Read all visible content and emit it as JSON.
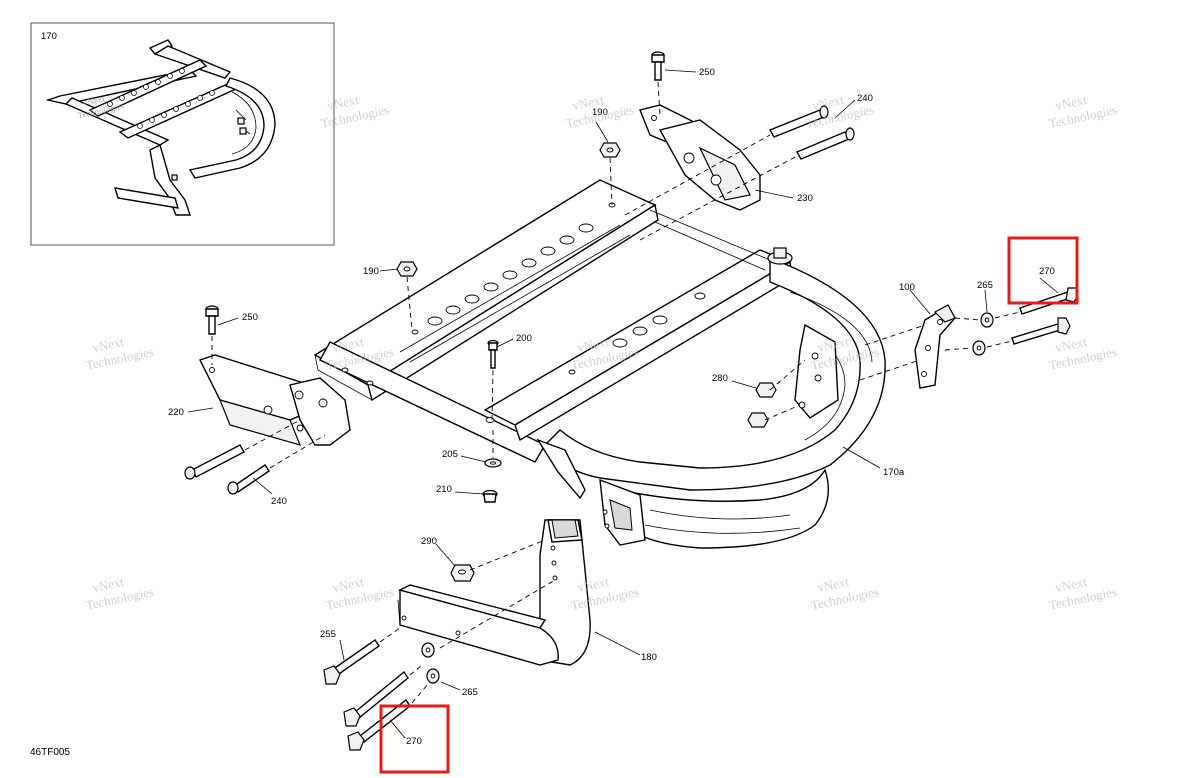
{
  "diagram_code": "46TF005",
  "inset": {
    "label": "170"
  },
  "callouts": [
    {
      "id": "c250a",
      "text": "250"
    },
    {
      "id": "c240a",
      "text": "240"
    },
    {
      "id": "c190a",
      "text": "190"
    },
    {
      "id": "c230",
      "text": "230"
    },
    {
      "id": "c190b",
      "text": "190"
    },
    {
      "id": "c250b",
      "text": "250"
    },
    {
      "id": "c220",
      "text": "220"
    },
    {
      "id": "c200",
      "text": "200"
    },
    {
      "id": "c240b",
      "text": "240"
    },
    {
      "id": "c205",
      "text": "205"
    },
    {
      "id": "c210",
      "text": "210"
    },
    {
      "id": "c100",
      "text": "100"
    },
    {
      "id": "c265a",
      "text": "265"
    },
    {
      "id": "c270a",
      "text": "270"
    },
    {
      "id": "c280",
      "text": "280"
    },
    {
      "id": "c170a",
      "text": "170a"
    },
    {
      "id": "c290",
      "text": "290"
    },
    {
      "id": "c255",
      "text": "255"
    },
    {
      "id": "c180",
      "text": "180"
    },
    {
      "id": "c265b",
      "text": "265"
    },
    {
      "id": "c270b",
      "text": "270"
    }
  ],
  "watermark": {
    "line1": "vNext",
    "line2": "Technologies"
  },
  "highlight_color": "#e31d1d"
}
